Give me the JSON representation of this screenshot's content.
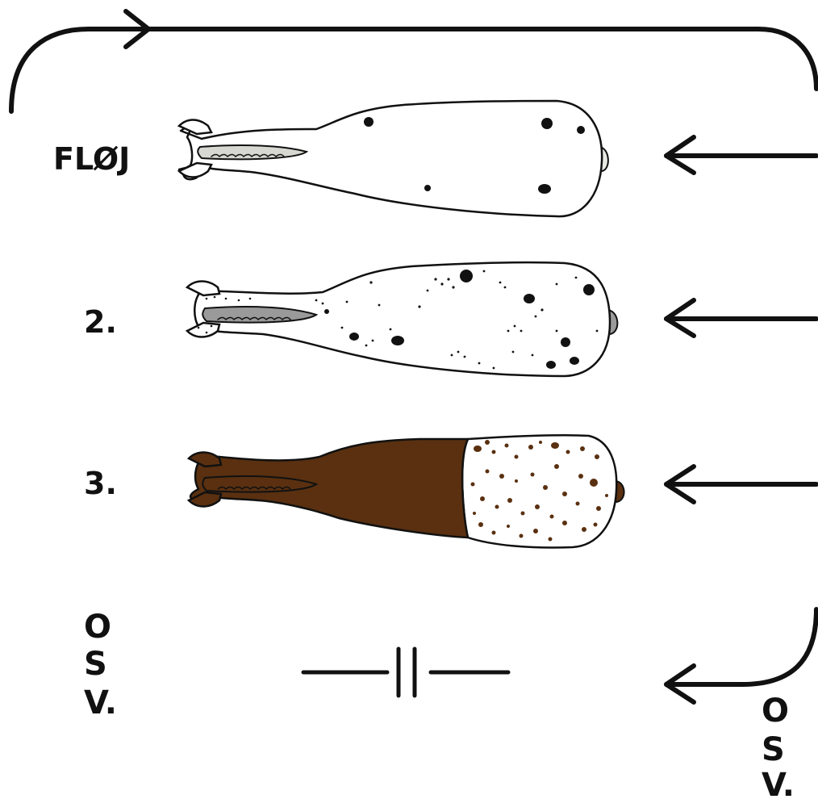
{
  "labels": {
    "stage1": "FLØJ",
    "stage2": "2.",
    "stage3": "3.",
    "etc_left": [
      "O",
      "S",
      "V."
    ],
    "etc_right": [
      "O",
      "S",
      "V."
    ]
  },
  "colors": {
    "ink": "#111111",
    "body_white": "#ffffff",
    "spot_black": "#111111",
    "stinger_grey": "#cfcfc9",
    "stinger_dark_grey": "#9a9a9a",
    "brown": "#5a3010",
    "brown_spot": "#5a3010"
  },
  "icons": {
    "cycle_arrow": "loop-arrow-icon",
    "feed_arrow": "left-arrow-icon",
    "separator": "double-bar-separator-icon"
  }
}
